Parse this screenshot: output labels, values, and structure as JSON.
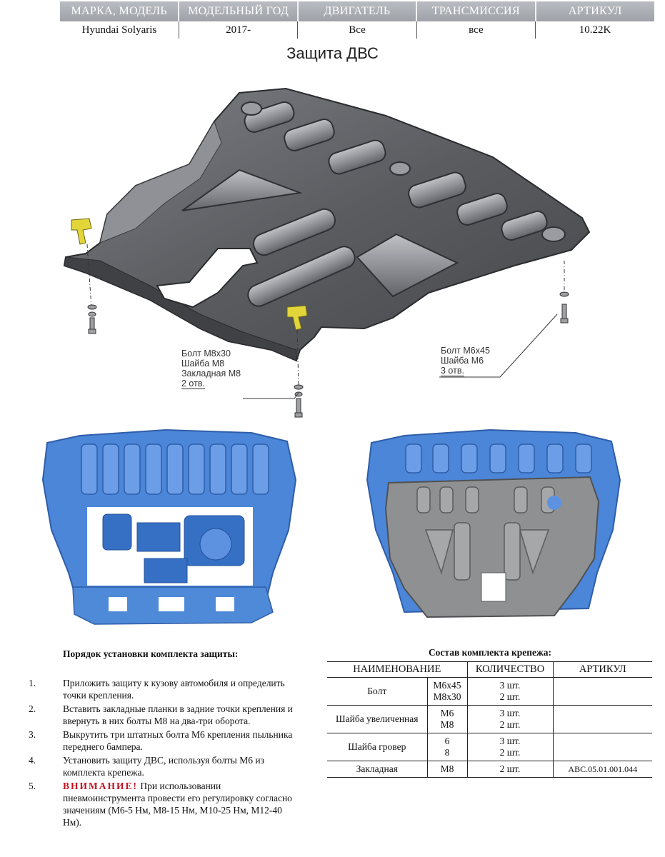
{
  "header": {
    "columns": [
      "МАРКА, МОДЕЛЬ",
      "МОДЕЛЬНЫЙ ГОД",
      "ДВИГАТЕЛЬ",
      "ТРАНСМИССИЯ",
      "АРТИКУЛ"
    ],
    "values": [
      "Hyundai Solyaris",
      "2017-",
      "Все",
      "все",
      "10.22K"
    ]
  },
  "title": "Защита ДВС",
  "callouts": {
    "left": [
      "Болт М8х30",
      "Шайба М8",
      "Закладная М8",
      "2 отв."
    ],
    "right": [
      "Болт М6х45",
      "Шайба М6",
      "3 отв."
    ]
  },
  "instructions": {
    "title": "Порядок установки комплекта защиты:",
    "steps": [
      {
        "num": "1.",
        "text": "Приложить защиту к кузову автомобиля и определить точки крепления."
      },
      {
        "num": "2.",
        "text": "Вставить закладные планки в задние точки крепления и ввернуть в них болты М8 на два-три оборота."
      },
      {
        "num": "3.",
        "text": "Выкрутить три штатных болта М6 крепления пыльника переднего бампера."
      },
      {
        "num": "4.",
        "text": "Установить защиту ДВС, используя болты М6 из комплекта крепежа."
      },
      {
        "num": "5.",
        "warning": "ВНИМАНИЕ!",
        "text": "При использовании пневмоинструмента провести его регулировку согласно значениям (М6-5 Нм, М8-15 Нм, М10-25 Нм, М12-40 Нм)."
      }
    ]
  },
  "kit": {
    "title": "Состав комплекта крепежа:",
    "headers": [
      "НАИМЕНОВАНИЕ",
      "КОЛИЧЕСТВО",
      "АРТИКУЛ"
    ],
    "rows": [
      {
        "name": "Болт",
        "size": [
          "М6х45",
          "М8х30"
        ],
        "qty": [
          "3 шт.",
          "2 шт."
        ],
        "article": ""
      },
      {
        "name": "Шайба увеличенная",
        "size": [
          "М6",
          "М8"
        ],
        "qty": [
          "3 шт.",
          "2 шт."
        ],
        "article": ""
      },
      {
        "name": "Шайба гровер",
        "size": [
          "6",
          "8"
        ],
        "qty": [
          "3 шт.",
          "2 шт."
        ],
        "article": ""
      },
      {
        "name": "Закладная",
        "size": [
          "М8"
        ],
        "qty": [
          "2 шт."
        ],
        "article": "АВС.05.01.001.044"
      }
    ]
  },
  "colors": {
    "plate": "#55575b",
    "plate_light": "#8a8c91",
    "scan_blue": "#3f7fd6",
    "scan_plate": "#8f8f8f",
    "warning": "#c0111f"
  }
}
